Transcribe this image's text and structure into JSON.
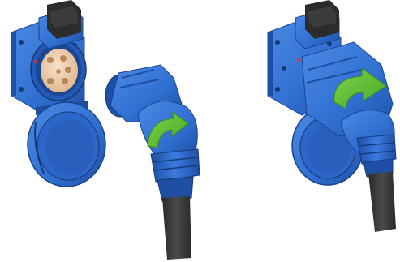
{
  "illustration": {
    "colors": {
      "background": "#ffffff",
      "housing_blue": "#2f6fd0",
      "housing_blue_light": "#4d8ae6",
      "housing_blue_dark": "#1f4fa4",
      "cover_blue": "#2c66c8",
      "cover_blue_dark": "#1f4ea0",
      "latch_black": "#2c2c2c",
      "contact_face": "#f2d6b8",
      "pin_hole": "#b98757",
      "cable_black": "#3a3a3a",
      "arrow_green": "#5abf2f",
      "arrow_green_light": "#7fd44c",
      "indicator_red": "#e53a2c"
    },
    "panels": [
      {
        "name": "disconnected-state",
        "parts": [
          "wall-socket",
          "socket-cover",
          "plug-connector",
          "power-cable",
          "rotate-arrow-icon"
        ]
      },
      {
        "name": "connected-state",
        "parts": [
          "wall-socket",
          "socket-cover",
          "plug-connector",
          "power-cable",
          "rotate-arrow-icon"
        ]
      }
    ]
  }
}
